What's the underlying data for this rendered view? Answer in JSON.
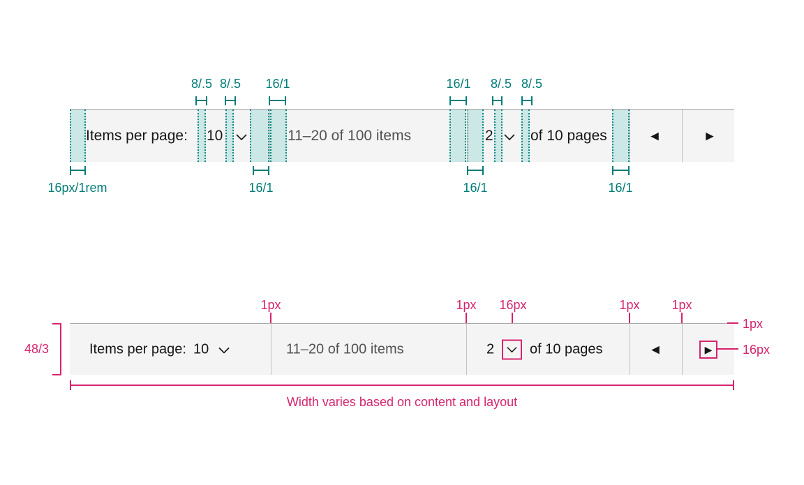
{
  "pagination": {
    "items_per_page_label": "Items per page:",
    "page_size": "10",
    "range_text": "11–20 of 100 items",
    "current_page": "2",
    "of_pages_text": "of 10 pages"
  },
  "icons": {
    "chevron_down": "∨",
    "caret_left": "◀",
    "caret_right": "▶"
  },
  "teal": {
    "above": [
      "8/.5",
      "8/.5",
      "16/1",
      "16/1",
      "8/.5",
      "8/.5"
    ],
    "below": [
      "16px/1rem",
      "16/1",
      "16/1",
      "16/1"
    ]
  },
  "pink": {
    "height": "48/3",
    "top_ticks": [
      "1px",
      "1px",
      "16px",
      "1px",
      "1px"
    ],
    "border": "1px",
    "icon": "16px",
    "caption": "Width varies based on content and layout"
  },
  "colors": {
    "teal": "#007d79",
    "pink": "#d6246e",
    "bar_background": "#f4f4f4",
    "text": "#161616",
    "muted_text": "#525252"
  }
}
